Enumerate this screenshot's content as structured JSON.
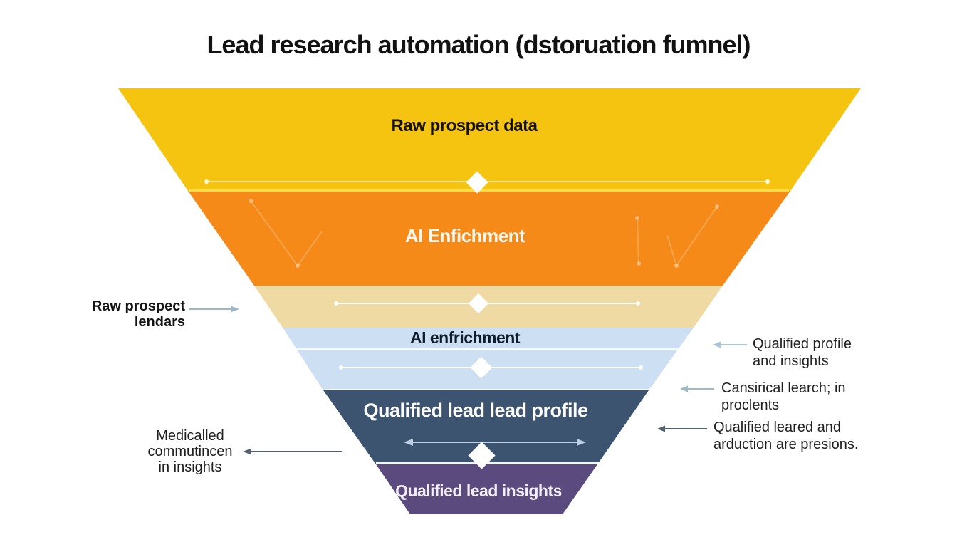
{
  "title": "Lead research automation (dstoruation fumnel)",
  "funnel": {
    "layers": [
      {
        "name": "raw-prospect-data",
        "label": "Raw prospect data",
        "color": "#F4C411",
        "text_color": "#16120B"
      },
      {
        "name": "ai-enfichment",
        "label": "AI Enfichment",
        "color": "#F58A19",
        "text_color": "#FDF7ED"
      },
      {
        "name": "narrow-band",
        "label": "",
        "color": "#EFDAA4",
        "text_color": "#1B2430"
      },
      {
        "name": "ai-enfrichment",
        "label": "AI enfrichment",
        "color": "#CCDFF3",
        "text_color": "#101D2E"
      },
      {
        "name": "qualified-lead-lead-profile",
        "label": "Qualified lead lead profile",
        "color": "#3D5471",
        "text_color": "#FFFFFF"
      },
      {
        "name": "qualified-lead-insights",
        "label": "Qualified lead insights",
        "color": "#5B4A7D",
        "text_color": "#F3EEF8"
      }
    ]
  },
  "annotations": {
    "left": [
      {
        "lines": [
          "Raw prospect",
          "lendars"
        ],
        "arrow_direction": "right",
        "arrow_color": "#9DB6C9"
      },
      {
        "lines": [
          "Medicalled",
          "commutincen",
          "in insights"
        ],
        "arrow_direction": "left",
        "arrow_color": "#55606B"
      }
    ],
    "right": [
      {
        "lines": [
          "Qualified profile",
          "and insights"
        ],
        "arrow_direction": "left",
        "arrow_color": "#AAC4DA"
      },
      {
        "lines": [
          "Cansirical learch; in",
          "proclents"
        ],
        "arrow_direction": "left",
        "arrow_color": "#9FB9C9"
      },
      {
        "lines": [
          "Qualified leared and",
          "arduction are presions."
        ],
        "arrow_direction": "left",
        "arrow_color": "#51616E"
      }
    ]
  },
  "colors": {
    "background": "#FFFFFF",
    "title_text": "#121212",
    "diamond_marker": "#FFFFFF",
    "divider_line": "#FFFFFF"
  }
}
